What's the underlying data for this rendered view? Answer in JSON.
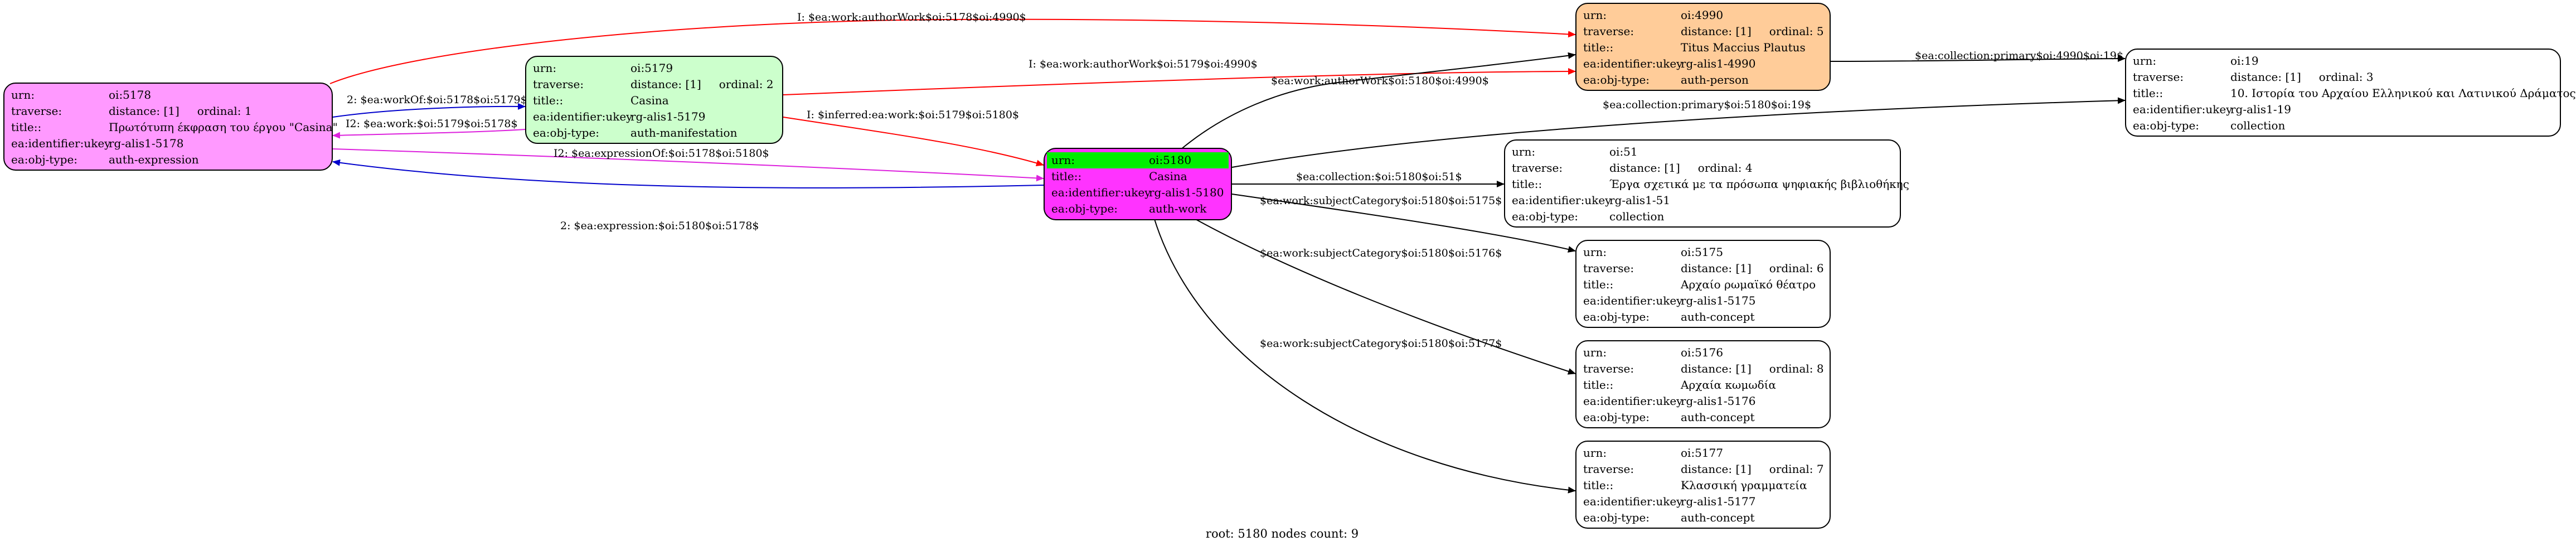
{
  "colors": {
    "magenta": "#ff99ff",
    "green_light": "#ccffcc",
    "orange": "#ffcc99",
    "root": "#ff33ff",
    "white": "#ffffff",
    "highlight": "#00ee00",
    "edge_red": "#ff0000",
    "edge_blue": "#0000cc",
    "edge_pink": "#dd22dd",
    "edge_black": "#000000"
  },
  "nodes": {
    "n5178": {
      "color": "magenta",
      "rows": [
        {
          "k": "urn:",
          "v": "oi:5178"
        },
        {
          "k": "traverse:",
          "v": "distance: [1]",
          "v2": "ordinal: 1"
        },
        {
          "k": "title::",
          "v": "Πρωτότυπη έκφραση του έργου \"Casina\""
        },
        {
          "k": "ea:identifier:ukey",
          "v": "rg-alis1-5178"
        },
        {
          "k": "ea:obj-type:",
          "v": "auth-expression"
        }
      ]
    },
    "n5179": {
      "color": "green_light",
      "rows": [
        {
          "k": "urn:",
          "v": "oi:5179"
        },
        {
          "k": "traverse:",
          "v": "distance: [1]",
          "v2": "ordinal: 2"
        },
        {
          "k": "title::",
          "v": "Casina"
        },
        {
          "k": "ea:identifier:ukey",
          "v": "rg-alis1-5179"
        },
        {
          "k": "ea:obj-type:",
          "v": "auth-manifestation"
        }
      ]
    },
    "n4990": {
      "color": "orange",
      "rows": [
        {
          "k": "urn:",
          "v": "oi:4990"
        },
        {
          "k": "traverse:",
          "v": "distance: [1]",
          "v2": "ordinal: 5"
        },
        {
          "k": "title::",
          "v": "Titus Maccius Plautus"
        },
        {
          "k": "ea:identifier:ukey",
          "v": "rg-alis1-4990"
        },
        {
          "k": "ea:obj-type:",
          "v": "auth-person"
        }
      ]
    },
    "n5180": {
      "color": "root",
      "rows": [
        {
          "k": "urn:",
          "v": "oi:5180",
          "hl": true
        },
        {
          "k": "title::",
          "v": "Casina"
        },
        {
          "k": "ea:identifier:ukey",
          "v": "rg-alis1-5180"
        },
        {
          "k": "ea:obj-type:",
          "v": "auth-work"
        }
      ]
    },
    "n19": {
      "color": "white",
      "rows": [
        {
          "k": "urn:",
          "v": "oi:19"
        },
        {
          "k": "traverse:",
          "v": "distance: [1]",
          "v2": "ordinal: 3"
        },
        {
          "k": "title::",
          "v": "10. Ιστορία του Αρχαίου Ελληνικού και Λατινικού Δράματος"
        },
        {
          "k": "ea:identifier:ukey",
          "v": "rg-alis1-19"
        },
        {
          "k": "ea:obj-type:",
          "v": "collection"
        }
      ]
    },
    "n51": {
      "color": "white",
      "rows": [
        {
          "k": "urn:",
          "v": "oi:51"
        },
        {
          "k": "traverse:",
          "v": "distance: [1]",
          "v2": "ordinal: 4"
        },
        {
          "k": "title::",
          "v": "Έργα σχετικά με τα πρόσωπα ψηφιακής βιβλιοθήκης"
        },
        {
          "k": "ea:identifier:ukey",
          "v": "rg-alis1-51"
        },
        {
          "k": "ea:obj-type:",
          "v": "collection"
        }
      ]
    },
    "n5175": {
      "color": "white",
      "rows": [
        {
          "k": "urn:",
          "v": "oi:5175"
        },
        {
          "k": "traverse:",
          "v": "distance: [1]",
          "v2": "ordinal: 6"
        },
        {
          "k": "title::",
          "v": "Αρχαίο ρωμαϊκό θέατρο"
        },
        {
          "k": "ea:identifier:ukey",
          "v": "rg-alis1-5175"
        },
        {
          "k": "ea:obj-type:",
          "v": "auth-concept"
        }
      ]
    },
    "n5176": {
      "color": "white",
      "rows": [
        {
          "k": "urn:",
          "v": "oi:5176"
        },
        {
          "k": "traverse:",
          "v": "distance: [1]",
          "v2": "ordinal: 8"
        },
        {
          "k": "title::",
          "v": "Αρχαία κωμωδία"
        },
        {
          "k": "ea:identifier:ukey",
          "v": "rg-alis1-5176"
        },
        {
          "k": "ea:obj-type:",
          "v": "auth-concept"
        }
      ]
    },
    "n5177": {
      "color": "white",
      "rows": [
        {
          "k": "urn:",
          "v": "oi:5177"
        },
        {
          "k": "traverse:",
          "v": "distance: [1]",
          "v2": "ordinal: 7"
        },
        {
          "k": "title::",
          "v": "Κλασσική γραμματεία"
        },
        {
          "k": "ea:identifier:ukey",
          "v": "rg-alis1-5177"
        },
        {
          "k": "ea:obj-type:",
          "v": "auth-concept"
        }
      ]
    }
  },
  "edges": [
    {
      "id": "e1",
      "label": "I: $ea:work:authorWork$oi:5178$oi:4990$",
      "color": "edge_red"
    },
    {
      "id": "e2",
      "label": "I: $ea:work:authorWork$oi:5179$oi:4990$",
      "color": "edge_red"
    },
    {
      "id": "e3",
      "label": "2: $ea:workOf:$oi:5178$oi:5179$",
      "color": "edge_blue"
    },
    {
      "id": "e4",
      "label": "I2: $ea:work:$oi:5179$oi:5178$",
      "color": "edge_pink"
    },
    {
      "id": "e5",
      "label": "I: $inferred:ea:work:$oi:5179$oi:5180$",
      "color": "edge_red"
    },
    {
      "id": "e6",
      "label": "I2: $ea:expressionOf:$oi:5178$oi:5180$",
      "color": "edge_pink"
    },
    {
      "id": "e7",
      "label": "2: $ea:expression:$oi:5180$oi:5178$",
      "color": "edge_blue"
    },
    {
      "id": "e8",
      "label": "$ea:work:authorWork$oi:5180$oi:4990$",
      "color": "edge_black"
    },
    {
      "id": "e9",
      "label": "$ea:collection:primary$oi:4990$oi:19$",
      "color": "edge_black"
    },
    {
      "id": "e10",
      "label": "$ea:collection:primary$oi:5180$oi:19$",
      "color": "edge_black"
    },
    {
      "id": "e11",
      "label": "$ea:collection:$oi:5180$oi:51$",
      "color": "edge_black"
    },
    {
      "id": "e12",
      "label": "$ea:work:subjectCategory$oi:5180$oi:5175$",
      "color": "edge_black"
    },
    {
      "id": "e13",
      "label": "$ea:work:subjectCategory$oi:5180$oi:5176$",
      "color": "edge_black"
    },
    {
      "id": "e14",
      "label": "$ea:work:subjectCategory$oi:5180$oi:5177$",
      "color": "edge_black"
    }
  ],
  "footer": "root: 5180 nodes count: 9"
}
